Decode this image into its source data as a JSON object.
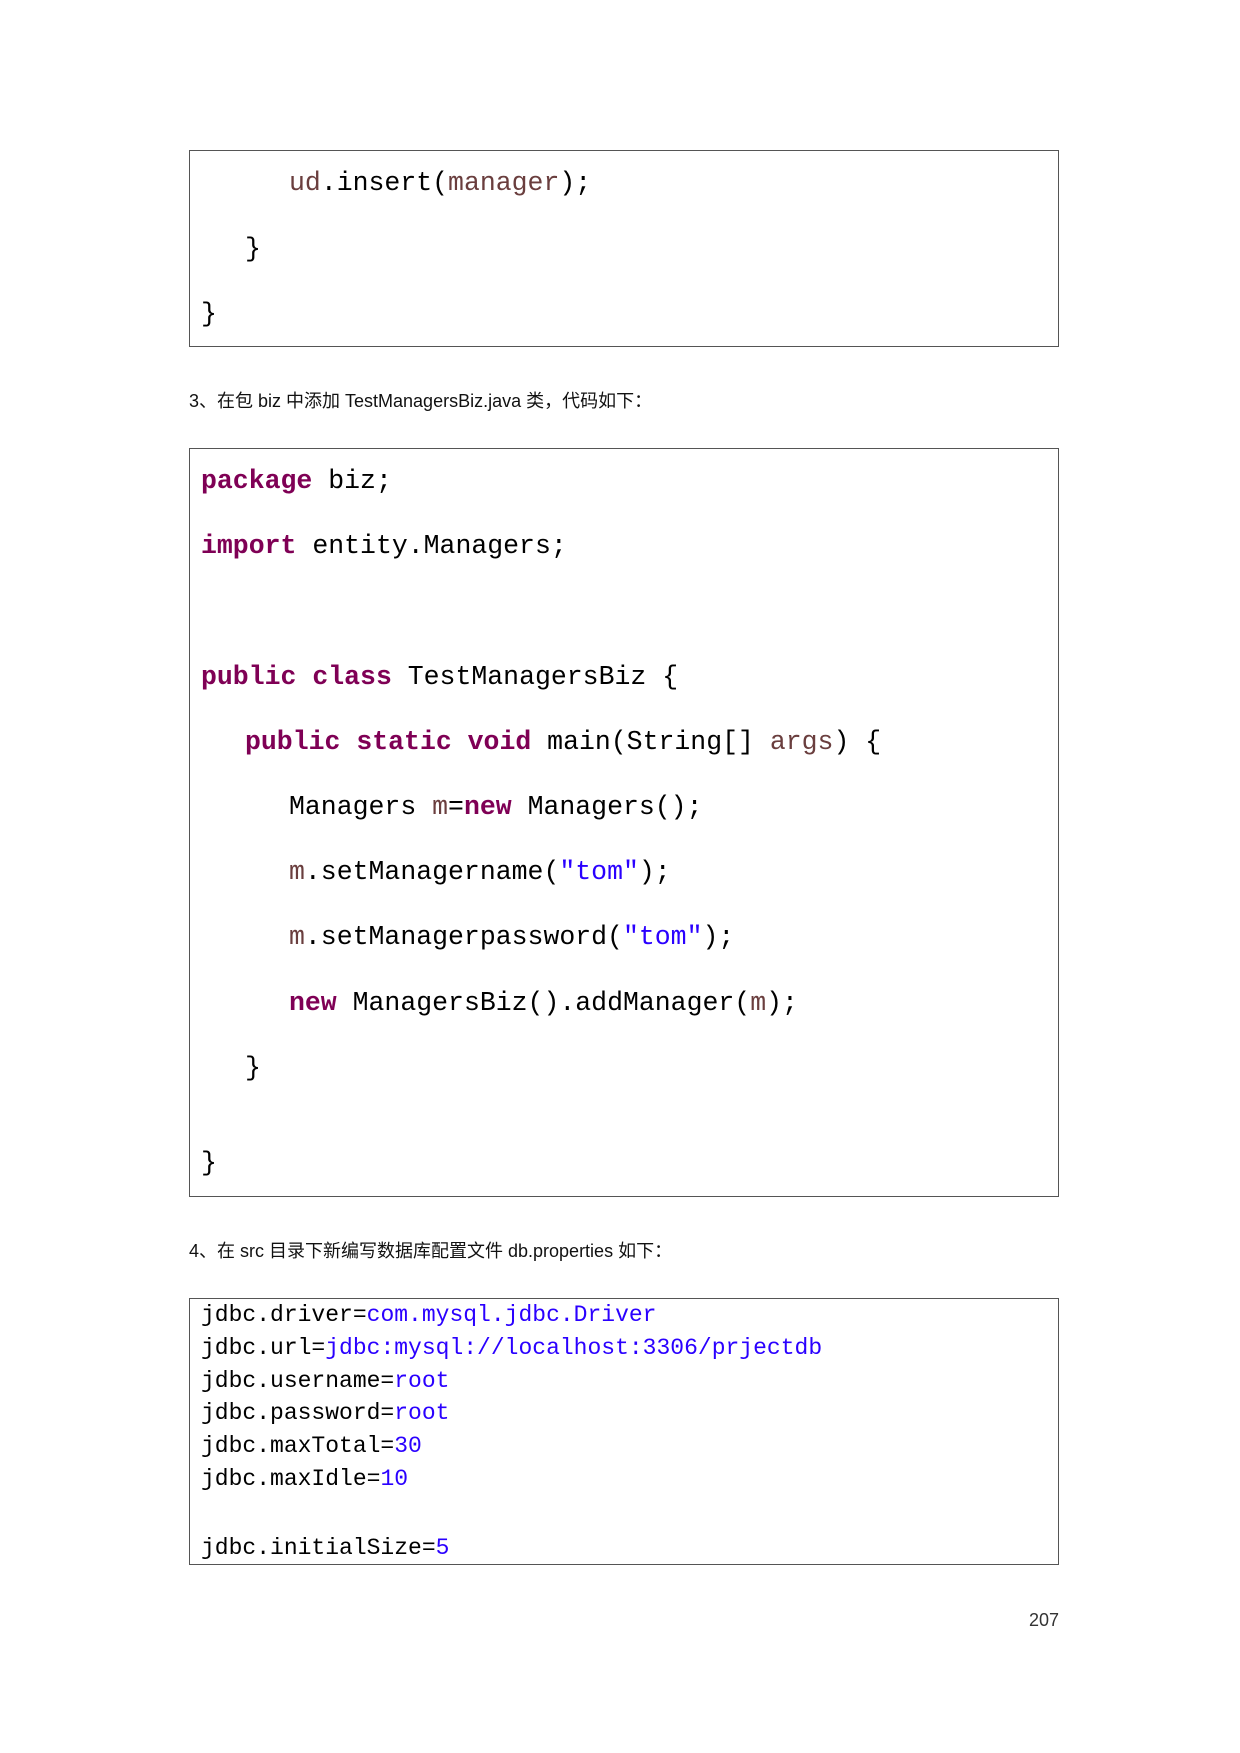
{
  "page_number": "207",
  "syntax_colors": {
    "keyword": "#7f0055",
    "variable": "#6a3e3e",
    "string": "#2a00ff",
    "text": "#000000",
    "property_key": "#000000",
    "property_value": "#2a00ff"
  },
  "code_blocks": [
    {
      "lines": [
        [
          {
            "variable": "ud"
          },
          {
            "text": ".insert("
          },
          {
            "variable": "manager"
          },
          {
            "text": ");"
          }
        ],
        [
          {
            "text": "}"
          }
        ],
        [
          {
            "text": "}"
          }
        ]
      ]
    },
    {
      "lines": [
        [
          {
            "keyword": "package "
          },
          {
            "text": "biz;"
          }
        ],
        [
          {
            "keyword": "import "
          },
          {
            "text": "entity.Managers;"
          }
        ],
        [
          {
            "keyword": "public "
          },
          {
            "keyword": "class "
          },
          {
            "text": "TestManagersBiz {"
          }
        ],
        [
          {
            "keyword": "public "
          },
          {
            "keyword": "static "
          },
          {
            "keyword": "void "
          },
          {
            "text": "main(String[] "
          },
          {
            "variable": "args"
          },
          {
            "text": ") {"
          }
        ],
        [
          {
            "text": "Managers "
          },
          {
            "variable": "m"
          },
          {
            "text": "="
          },
          {
            "keyword": "new "
          },
          {
            "text": "Managers();"
          }
        ],
        [
          {
            "variable": "m"
          },
          {
            "text": ".setManagername("
          },
          {
            "string": "\"tom\""
          },
          {
            "text": ");"
          }
        ],
        [
          {
            "variable": "m"
          },
          {
            "text": ".setManagerpassword("
          },
          {
            "string": "\"tom\""
          },
          {
            "text": ");"
          }
        ],
        [
          {
            "keyword": "new "
          },
          {
            "text": "ManagersBiz().addManager("
          },
          {
            "variable": "m"
          },
          {
            "text": ");"
          }
        ],
        [
          {
            "text": "}"
          }
        ],
        [
          {
            "text": "}"
          }
        ]
      ]
    }
  ],
  "instructions": [
    {
      "text": "3、在包 biz 中添加 TestManagersBiz.java 类，代码如下："
    },
    {
      "text": "4、在 src 目录下新编写数据库配置文件 db.properties 如下："
    }
  ],
  "properties_file": {
    "lines": [
      {
        "key": "jdbc.driver=",
        "value": "com.mysql.jdbc.Driver"
      },
      {
        "key": "jdbc.url=",
        "value": "jdbc:mysql://localhost:3306/prjectdb"
      },
      {
        "key": "jdbc.username=",
        "value": "root"
      },
      {
        "key": "jdbc.password=",
        "value": "root"
      },
      {
        "key": "jdbc.maxTotal=",
        "value": "30"
      },
      {
        "key": "jdbc.maxIdle=",
        "value": "10"
      },
      {
        "key": "jdbc.initialSize=",
        "value": "5"
      }
    ]
  }
}
